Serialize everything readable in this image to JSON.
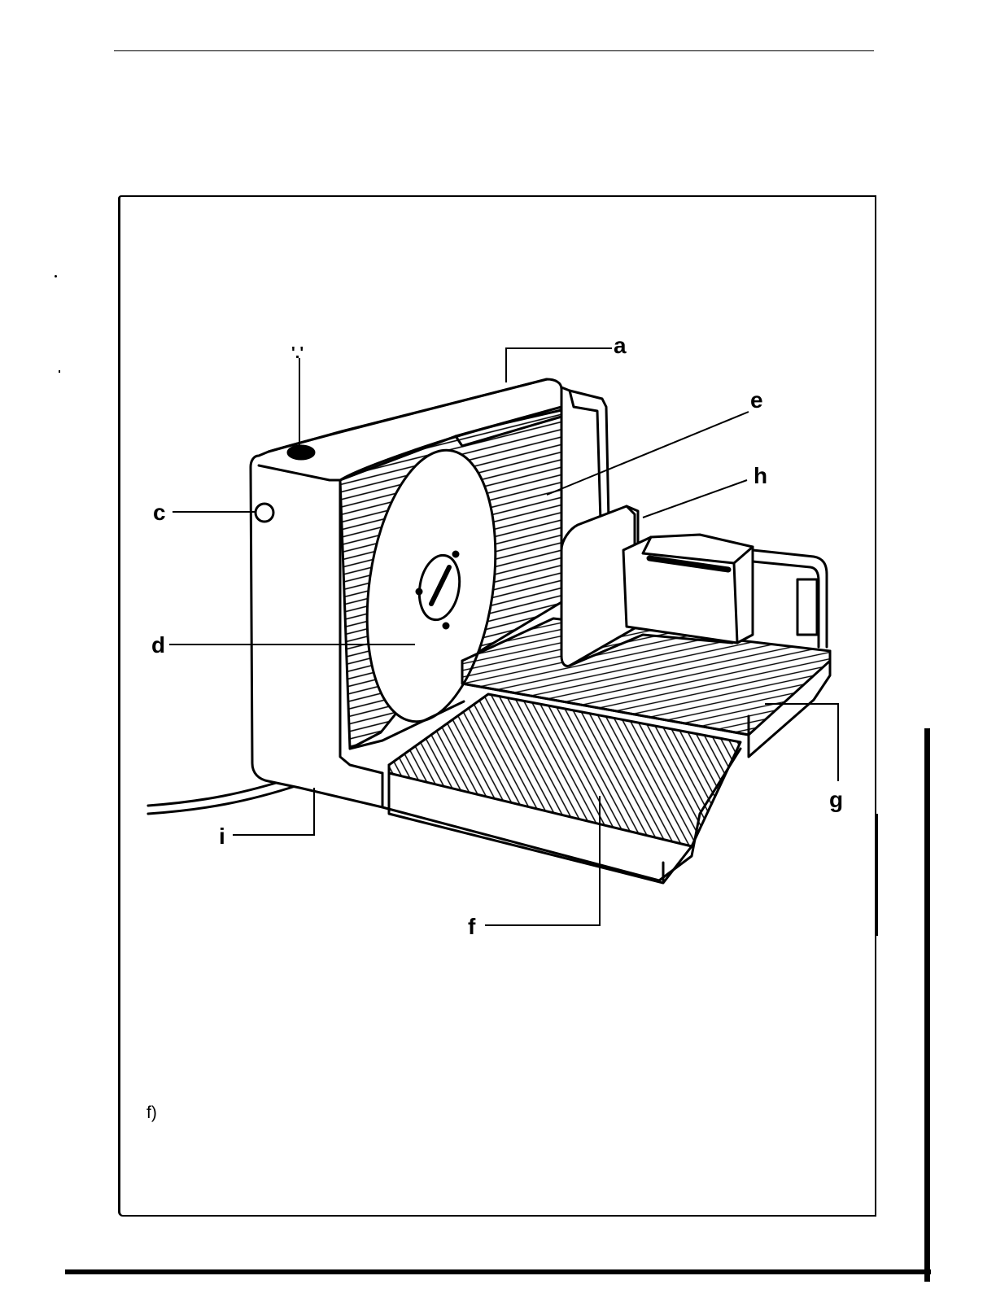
{
  "labels": {
    "a": "a",
    "b": "'.'",
    "c": "c",
    "d": "d",
    "e": "e",
    "f": "f",
    "g": "g",
    "h": "h",
    "i": "i"
  },
  "caption": "f)"
}
